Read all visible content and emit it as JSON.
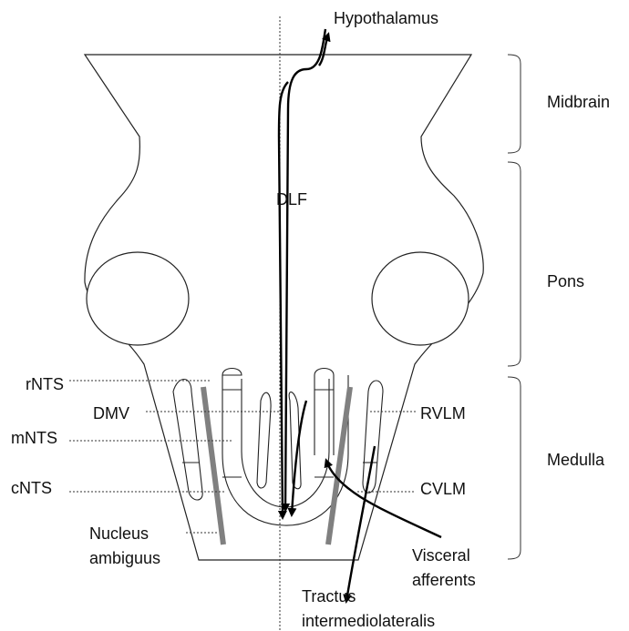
{
  "labels": {
    "hypothalamus": "Hypothalamus",
    "midbrain": "Midbrain",
    "dlf": "DLF",
    "pons": "Pons",
    "medulla": "Medulla",
    "rnts": "rNTS",
    "dmv": "DMV",
    "rvlm": "RVLM",
    "mnts": "mNTS",
    "cnts": "cNTS",
    "cvlm": "CVLM",
    "nucleus_ambiguus_line1": "Nucleus",
    "nucleus_ambiguus_line2": "ambiguus",
    "visceral_afferents_line1": "Visceral",
    "visceral_afferents_line2": "afferents",
    "tractus_line1": "Tractus",
    "tractus_line2": "intermediolateralis"
  },
  "colors": {
    "outline": "#222222",
    "tract": "#000000",
    "nucleus_ambiguus": "#808080"
  }
}
